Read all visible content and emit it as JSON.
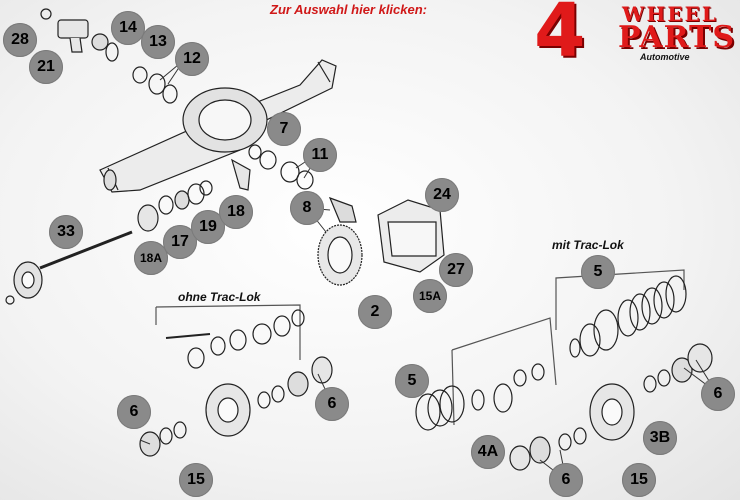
{
  "header": {
    "prompt": "Zur Auswahl hier klicken:"
  },
  "logo": {
    "numeral": "4",
    "word1": "WHEEL",
    "word2": "PARTS",
    "tagline": "Automotive"
  },
  "captions": {
    "without_traclok": "ohne Trac-Lok",
    "with_traclok": "mit Trac-Lok"
  },
  "parts": {
    "p28": "28",
    "p21": "21",
    "p14": "14",
    "p13": "13",
    "p12": "12",
    "p7": "7",
    "p11": "11",
    "p24": "24",
    "p8": "8",
    "p33": "33",
    "p17": "17",
    "p19": "19",
    "p18": "18",
    "p18A": "18A",
    "p27": "27",
    "p15A": "15A",
    "p2": "2",
    "p5_right": "5",
    "p5_left": "5",
    "p4A": "4A",
    "p3B": "3B",
    "p6_center": "6",
    "p6_left": "6",
    "p6_right": "6",
    "p6_bottom": "6",
    "p15_left": "15",
    "p15_right": "15"
  },
  "colors": {
    "badge": "#8a8a8a",
    "brand_red": "#e01a1a",
    "header_red": "#d01818"
  }
}
